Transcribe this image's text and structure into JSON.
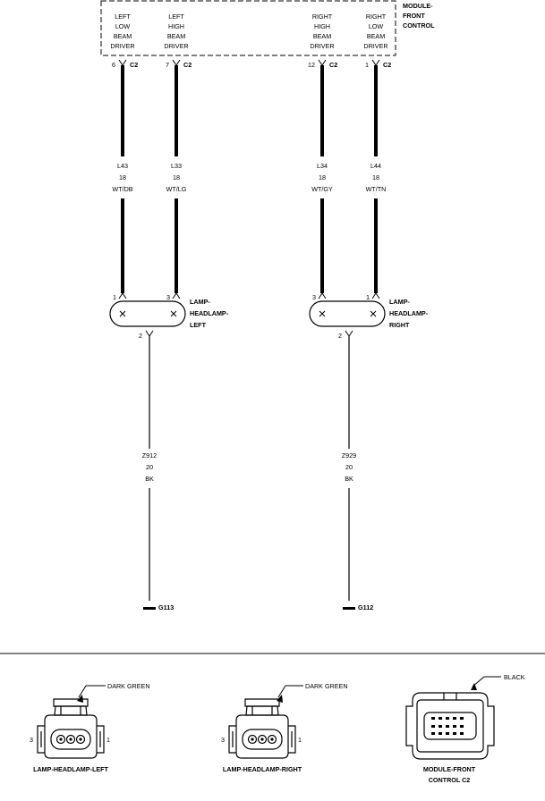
{
  "module": {
    "name_lines": [
      "MODULE-",
      "FRONT",
      "CONTROL"
    ],
    "pins": [
      {
        "label_lines": [
          "LEFT",
          "LOW",
          "BEAM",
          "DRIVER"
        ],
        "pin": "6",
        "conn": "C2"
      },
      {
        "label_lines": [
          "LEFT",
          "HIGH",
          "BEAM",
          "DRIVER"
        ],
        "pin": "7",
        "conn": "C2"
      },
      {
        "label_lines": [
          "RIGHT",
          "HIGH",
          "BEAM",
          "DRIVER"
        ],
        "pin": "12",
        "conn": "C2"
      },
      {
        "label_lines": [
          "RIGHT",
          "LOW",
          "BEAM",
          "DRIVER"
        ],
        "pin": "1",
        "conn": "C2"
      }
    ]
  },
  "wires": [
    {
      "circuit": "L43",
      "gauge": "18",
      "color": "WT/DB"
    },
    {
      "circuit": "L33",
      "gauge": "18",
      "color": "WT/LG"
    },
    {
      "circuit": "L34",
      "gauge": "18",
      "color": "WT/GY"
    },
    {
      "circuit": "L44",
      "gauge": "18",
      "color": "WT/TN"
    }
  ],
  "lamps": [
    {
      "name_lines": [
        "LAMP-",
        "HEADLAMP-",
        "LEFT"
      ],
      "pin_a": "1",
      "pin_b": "3",
      "pin_ground": "2",
      "ground_wire": {
        "circuit": "Z912",
        "gauge": "20",
        "color": "BK"
      },
      "ground": "G113"
    },
    {
      "name_lines": [
        "LAMP-",
        "HEADLAMP-",
        "RIGHT"
      ],
      "pin_a": "3",
      "pin_b": "1",
      "pin_ground": "2",
      "ground_wire": {
        "circuit": "Z929",
        "gauge": "20",
        "color": "BK"
      },
      "ground": "G112"
    }
  ],
  "connectors": [
    {
      "name": "LAMP-HEADLAMP-LEFT",
      "color": "DARK GREEN",
      "pin_left": "3",
      "pin_right": "1"
    },
    {
      "name": "LAMP-HEADLAMP-RIGHT",
      "color": "DARK GREEN",
      "pin_left": "3",
      "pin_right": "1"
    },
    {
      "name_lines": [
        "MODULE-FRONT",
        "CONTROL C2"
      ],
      "color": "BLACK"
    }
  ]
}
